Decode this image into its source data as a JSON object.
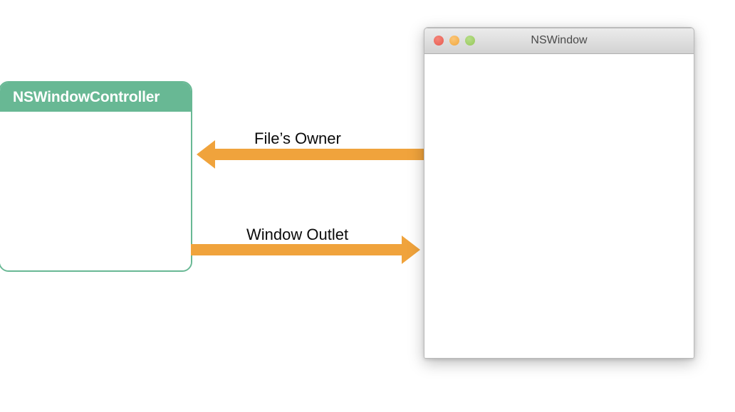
{
  "diagram": {
    "title": "NSWindowController and NSWindow relationship diagram",
    "background_color": "#ffffff",
    "controller": {
      "title": "NSWindowController",
      "header_color": "#68b894",
      "border_color": "#68b894",
      "body_color": "#ffffff",
      "title_color": "#ffffff"
    },
    "window": {
      "title": "NSWindow",
      "title_color": "#4a4a4a",
      "titlebar_gradient_top": "#ececec",
      "titlebar_gradient_bottom": "#d2d2d2",
      "border_color": "#b9b9b9",
      "content_color": "#ffffff",
      "traffic_lights": [
        {
          "name": "close",
          "color": "#ec6a5e"
        },
        {
          "name": "minimize",
          "color": "#f5b252"
        },
        {
          "name": "zoom",
          "color": "#a2cf6a"
        }
      ]
    },
    "connections": [
      {
        "label": "File’s Owner",
        "direction": "right-to-left",
        "from": "NSWindow",
        "to": "NSWindowController",
        "color": "#f0a33c"
      },
      {
        "label": "Window Outlet",
        "direction": "left-to-right",
        "from": "NSWindowController",
        "to": "NSWindow",
        "color": "#f0a33c"
      }
    ]
  }
}
